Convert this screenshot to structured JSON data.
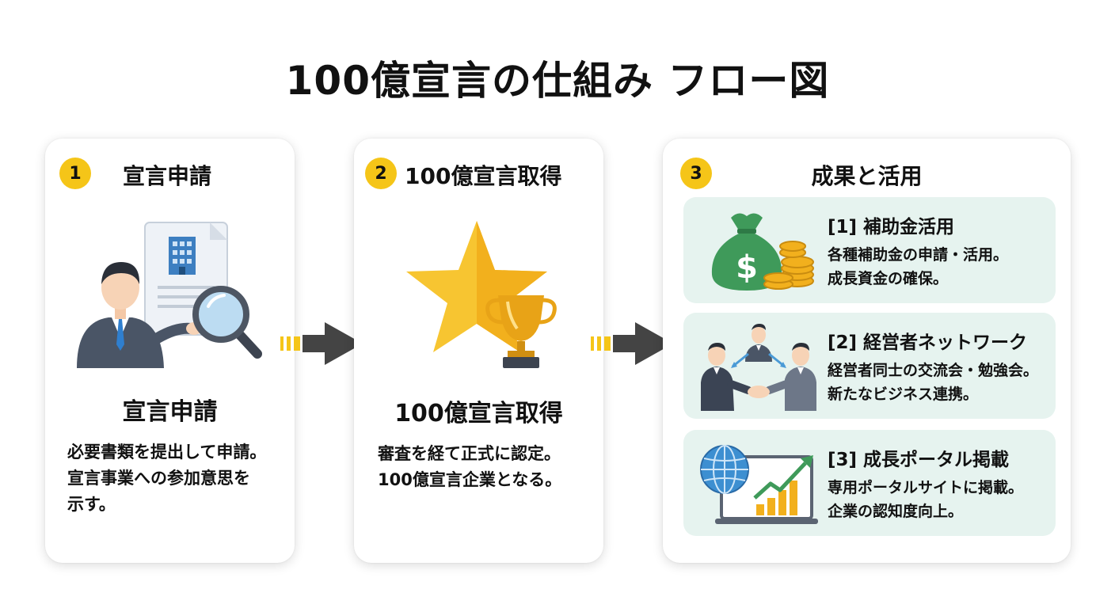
{
  "title": "100億宣言の仕組み フロー図",
  "steps": [
    {
      "number": "1",
      "header": "宣言申請",
      "title": "宣言申請",
      "desc": [
        "必要書類を提出して申請。",
        "宣言事業への参加意思を",
        "示す。"
      ],
      "icon": "applicant-document-magnifier-icon"
    },
    {
      "number": "2",
      "header": "100億宣言取得",
      "title": "100億宣言取得",
      "desc": [
        "審査を経て正式に認定。",
        "100億宣言企業となる。"
      ],
      "icon": "star-trophy-icon"
    },
    {
      "number": "3",
      "header": "成果と活用",
      "panels": [
        {
          "title": "[1] 補助金活用",
          "desc": [
            "各種補助金の申請・活用。",
            "成長資金の確保。"
          ],
          "icon": "money-bag-coins-icon"
        },
        {
          "title": "[2] 経営者ネットワーク",
          "desc": [
            "経営者同士の交流会・勉強会。",
            "新たなビジネス連携。"
          ],
          "icon": "handshake-network-icon"
        },
        {
          "title": "[3] 成長ポータル掲載",
          "desc": [
            "専用ポータルサイトに掲載。",
            "企業の認知度向上。"
          ],
          "icon": "globe-growth-chart-icon"
        }
      ]
    }
  ],
  "colors": {
    "accent": "#f5c518",
    "arrow": "#444444",
    "panel_bg": "#e6f3ef",
    "money_green": "#3f9a5a",
    "suit": "#4a5566"
  }
}
